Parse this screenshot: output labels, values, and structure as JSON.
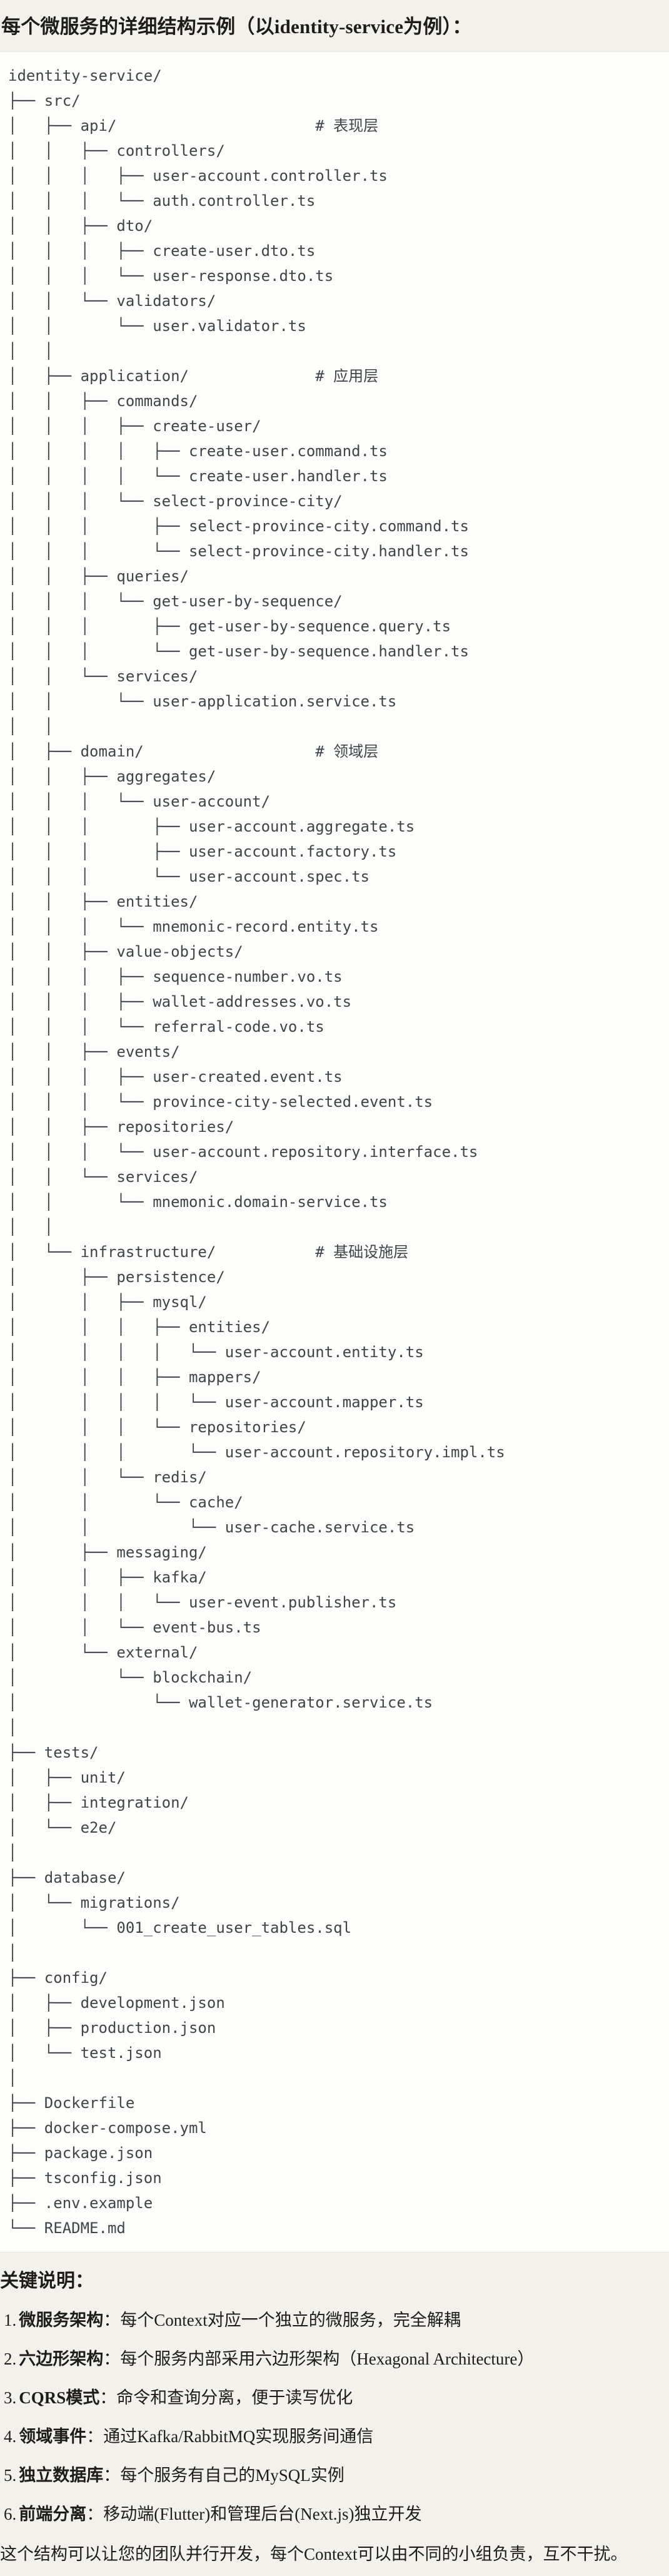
{
  "page": {
    "title": "每个微服务的详细结构示例（以identity-service为例）："
  },
  "tree": {
    "lines": [
      "identity-service/",
      "├── src/",
      "│   ├── api/                      # 表现层",
      "│   │   ├── controllers/",
      "│   │   │   ├── user-account.controller.ts",
      "│   │   │   └── auth.controller.ts",
      "│   │   ├── dto/",
      "│   │   │   ├── create-user.dto.ts",
      "│   │   │   └── user-response.dto.ts",
      "│   │   └── validators/",
      "│   │       └── user.validator.ts",
      "│   │",
      "│   ├── application/              # 应用层",
      "│   │   ├── commands/",
      "│   │   │   ├── create-user/",
      "│   │   │   │   ├── create-user.command.ts",
      "│   │   │   │   └── create-user.handler.ts",
      "│   │   │   └── select-province-city/",
      "│   │   │       ├── select-province-city.command.ts",
      "│   │   │       └── select-province-city.handler.ts",
      "│   │   ├── queries/",
      "│   │   │   └── get-user-by-sequence/",
      "│   │   │       ├── get-user-by-sequence.query.ts",
      "│   │   │       └── get-user-by-sequence.handler.ts",
      "│   │   └── services/",
      "│   │       └── user-application.service.ts",
      "│   │",
      "│   ├── domain/                   # 领域层",
      "│   │   ├── aggregates/",
      "│   │   │   └── user-account/",
      "│   │   │       ├── user-account.aggregate.ts",
      "│   │   │       ├── user-account.factory.ts",
      "│   │   │       └── user-account.spec.ts",
      "│   │   ├── entities/",
      "│   │   │   └── mnemonic-record.entity.ts",
      "│   │   ├── value-objects/",
      "│   │   │   ├── sequence-number.vo.ts",
      "│   │   │   ├── wallet-addresses.vo.ts",
      "│   │   │   └── referral-code.vo.ts",
      "│   │   ├── events/",
      "│   │   │   ├── user-created.event.ts",
      "│   │   │   └── province-city-selected.event.ts",
      "│   │   ├── repositories/",
      "│   │   │   └── user-account.repository.interface.ts",
      "│   │   └── services/",
      "│   │       └── mnemonic.domain-service.ts",
      "│   │",
      "│   └── infrastructure/           # 基础设施层",
      "│       ├── persistence/",
      "│       │   ├── mysql/",
      "│       │   │   ├── entities/",
      "│       │   │   │   └── user-account.entity.ts",
      "│       │   │   ├── mappers/",
      "│       │   │   │   └── user-account.mapper.ts",
      "│       │   │   └── repositories/",
      "│       │   │       └── user-account.repository.impl.ts",
      "│       │   └── redis/",
      "│       │       └── cache/",
      "│       │           └── user-cache.service.ts",
      "│       ├── messaging/",
      "│       │   ├── kafka/",
      "│       │   │   └── user-event.publisher.ts",
      "│       │   └── event-bus.ts",
      "│       └── external/",
      "│           └── blockchain/",
      "│               └── wallet-generator.service.ts",
      "│",
      "├── tests/",
      "│   ├── unit/",
      "│   ├── integration/",
      "│   └── e2e/",
      "│",
      "├── database/",
      "│   └── migrations/",
      "│       └── 001_create_user_tables.sql",
      "│",
      "├── config/",
      "│   ├── development.json",
      "│   ├── production.json",
      "│   └── test.json",
      "│",
      "├── Dockerfile",
      "├── docker-compose.yml",
      "├── package.json",
      "├── tsconfig.json",
      "├── .env.example",
      "└── README.md"
    ]
  },
  "notes": {
    "heading": "关键说明：",
    "items": [
      {
        "num": "1.",
        "term": "微服务架构",
        "desc": "：每个Context对应一个独立的微服务，完全解耦"
      },
      {
        "num": "2.",
        "term": "六边形架构",
        "desc": "：每个服务内部采用六边形架构（Hexagonal Architecture）"
      },
      {
        "num": "3.",
        "term": "CQRS模式",
        "desc": "：命令和查询分离，便于读写优化"
      },
      {
        "num": "4.",
        "term": "领域事件",
        "desc": "：通过Kafka/RabbitMQ实现服务间通信"
      },
      {
        "num": "5.",
        "term": "独立数据库",
        "desc": "：每个服务有自己的MySQL实例"
      },
      {
        "num": "6.",
        "term": "前端分离",
        "desc": "：移动端(Flutter)和管理后台(Next.js)独立开发"
      }
    ],
    "closing": "这个结构可以让您的团队并行开发，每个Context可以由不同的小组负责，互不干扰。"
  },
  "colors": {
    "page_bg": "#f2f1ec",
    "code_bg": "#fdfdfb",
    "code_border": "#e7e5df",
    "code_text": "#3f4449",
    "text": "#1d1c1a"
  }
}
